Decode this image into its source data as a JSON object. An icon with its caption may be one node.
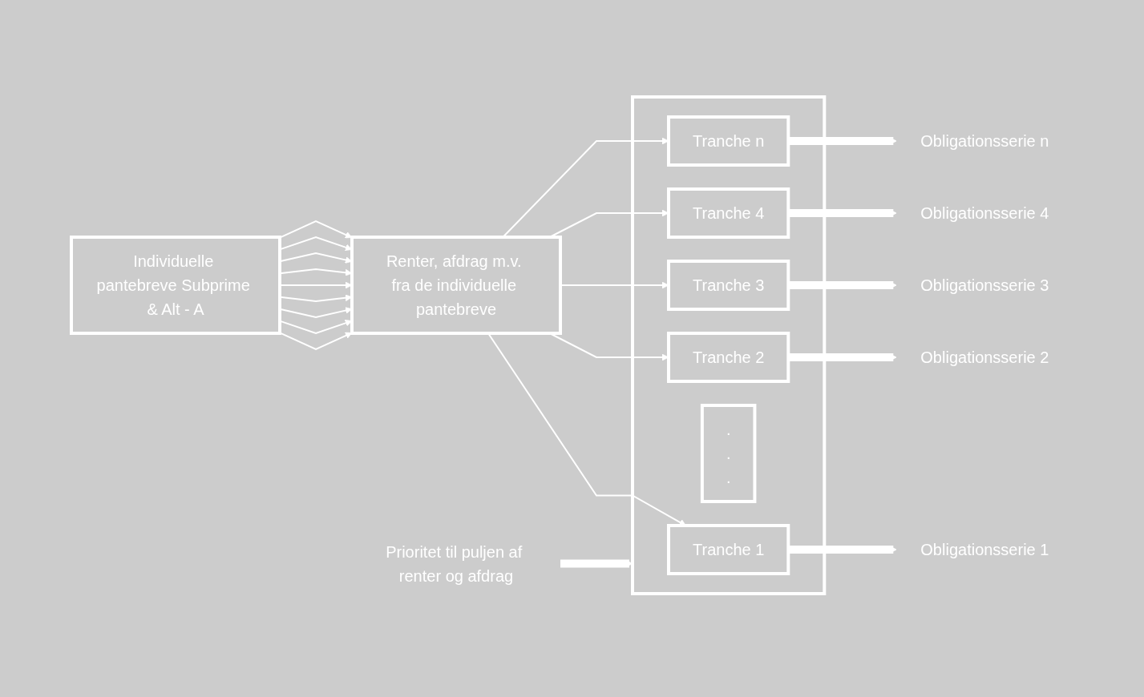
{
  "diagram": {
    "nodes": [
      {
        "text": [
          "Individuelle pantebreve Subprime & Alt - A"
        ]
      },
      {
        "text": [
          "Renter, afdrag m.v. fra de individuelle pantebreve"
        ]
      },
      {
        "text": [],
        "shape": "box"
      },
      {
        "text": [
          "Tranche 1"
        ],
        "in": 2
      },
      {
        "text": [
          "Tranche 2"
        ],
        "in": 2
      },
      {
        "text": [
          "Tranche 3"
        ],
        "in": 2
      },
      {
        "text": [
          "Tranche 4"
        ],
        "in": 2
      },
      {
        "text": [
          ".",
          ".",
          "."
        ],
        "in": 2
      },
      {
        "text": [
          "Tranche n"
        ],
        "in": 2
      },
      {
        "text": [
          "Obligationsserie 1"
        ]
      },
      {
        "text": [
          "Obligationsserie 2"
        ]
      },
      {
        "text": [
          "Obligationsserie 3"
        ]
      },
      {
        "text": [
          "Obligationsserie 4"
        ]
      },
      {
        "text": [
          "Obligationsserie n"
        ]
      },
      {
        "text": [
          "Prioritet til puljen af renter og afdrag"
        ]
      }
    ],
    "edges": [
      {
        "from": 0,
        "to": 1,
        "arrow": "to"
      },
      {
        "from": 0,
        "to": 1,
        "arrow": "to"
      },
      {
        "from": 0,
        "to": 1,
        "arrow": "to"
      },
      {
        "from": 0,
        "to": 1,
        "arrow": "to"
      },
      {
        "from": 0,
        "to": 1,
        "arrow": "to"
      },
      {
        "from": 0,
        "to": 1,
        "arrow": "to"
      },
      {
        "from": 0,
        "to": 1,
        "arrow": "to"
      },
      {
        "from": 0,
        "to": 1,
        "arrow": "to"
      },
      {
        "from": 0,
        "to": 1,
        "arrow": "to"
      },
      {
        "from": 1,
        "to": 3,
        "arrow": "to"
      },
      {
        "from": 1,
        "to": 4,
        "arrow": "to"
      },
      {
        "from": 1,
        "to": 5,
        "arrow": "to"
      },
      {
        "from": 1,
        "to": 6,
        "arrow": "to"
      },
      {
        "from": 1,
        "to": 8,
        "arrow": "to"
      },
      {
        "from": 3,
        "to": 9,
        "arrow": "to",
        "style": "thick"
      },
      {
        "from": 4,
        "to": 10,
        "arrow": "to",
        "style": "thick"
      },
      {
        "from": 5,
        "to": 11,
        "arrow": "to",
        "style": "thick"
      },
      {
        "from": 6,
        "to": 12,
        "arrow": "to",
        "style": "thick"
      },
      {
        "from": 8,
        "to": 13,
        "arrow": "to",
        "style": "thick"
      },
      {
        "from": 14,
        "to": 2,
        "arrow": "to",
        "style": "thick"
      }
    ]
  }
}
